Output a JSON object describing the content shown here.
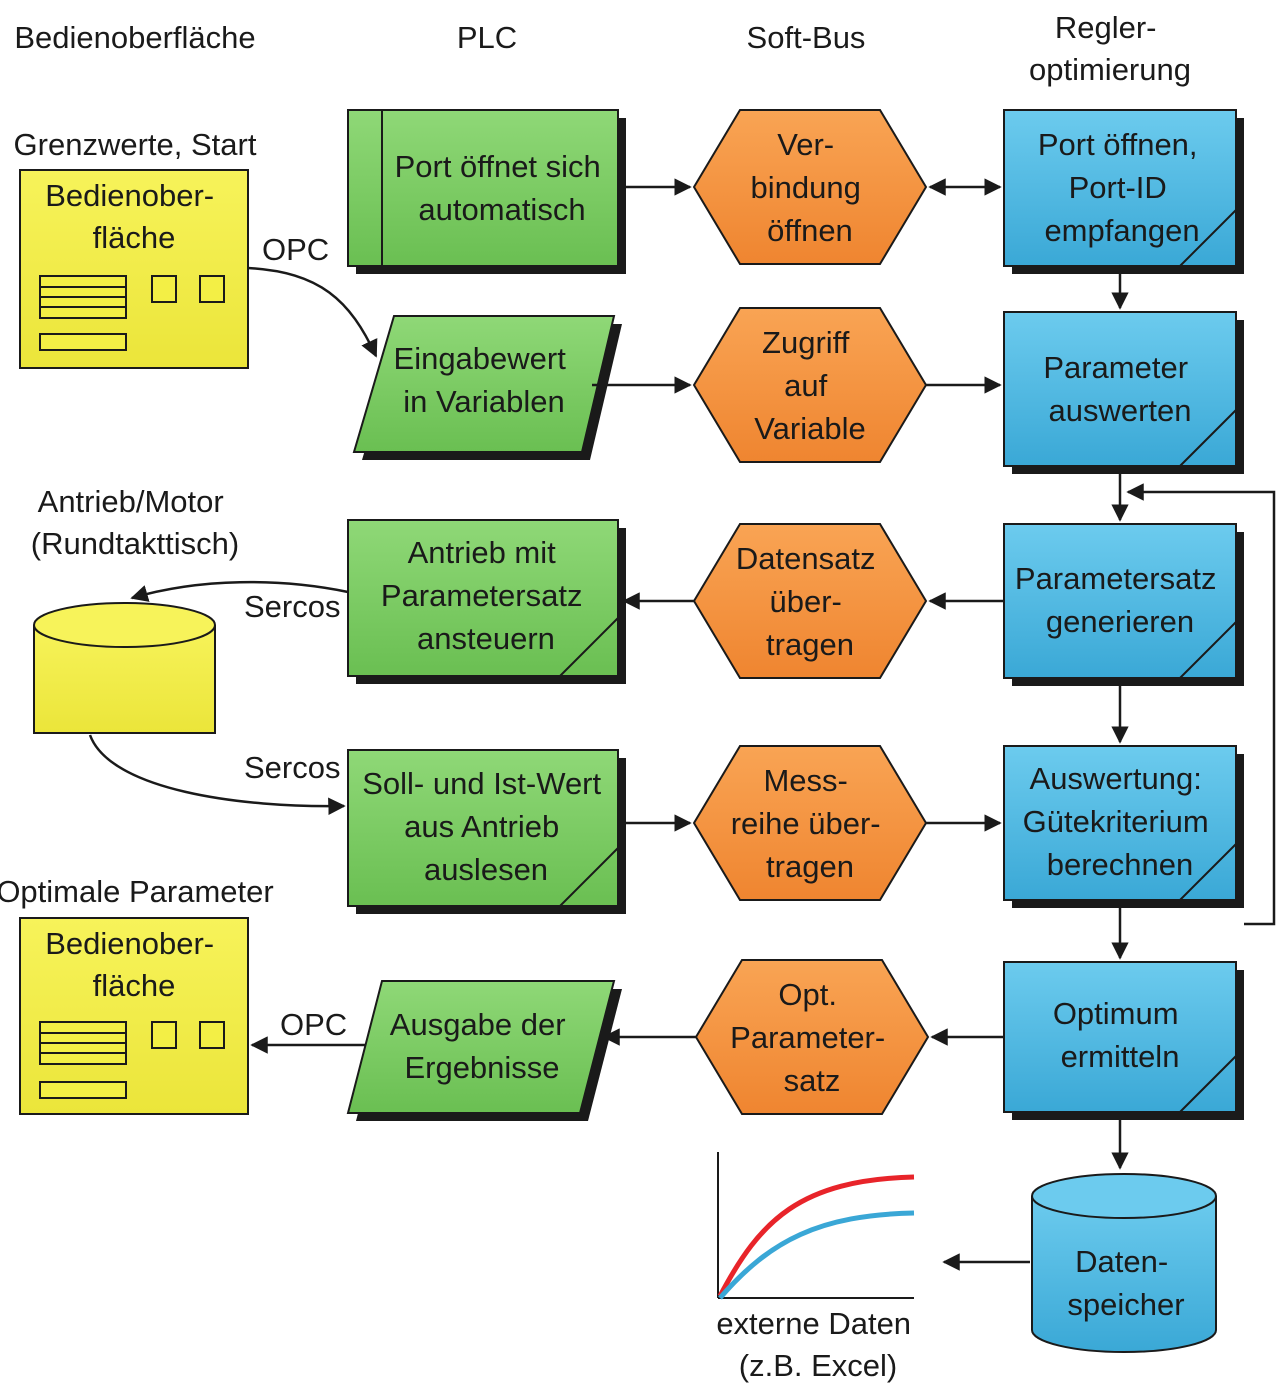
{
  "headers": {
    "bedienoberflaeche": "Bedienoberfläche",
    "plc": "PLC",
    "softbus": "Soft-Bus",
    "regler": [
      "Regler-",
      "optimierung"
    ]
  },
  "colors": {
    "green": "#7dcb66",
    "green_dark": "#5fb04a",
    "orange": "#f5923d",
    "blue": "#4fb8e0",
    "yellow": "#f3ef45",
    "shadow": "#1a1a1a",
    "curve_red": "#e8242a",
    "curve_blue": "#3aa7d6"
  },
  "left": {
    "limits_label": "Grenzwerte, Start",
    "ui_top_lines": [
      "Bedienober-",
      "fläche"
    ],
    "opc_top": "OPC",
    "drive_label": [
      "Antrieb/Motor",
      "(Rundtakttisch)"
    ],
    "sercos_out": "Sercos",
    "sercos_in": "Sercos",
    "optimal_label": "Optimale Parameter",
    "ui_bottom_lines": [
      "Bedienober-",
      "fläche"
    ],
    "opc_bottom": "OPC"
  },
  "plc": {
    "port": [
      "Port öffnet sich",
      "automatisch"
    ],
    "input": [
      "Eingabewert",
      "in Variablen"
    ],
    "drive": [
      "Antrieb mit",
      "Parametersatz",
      "ansteuern"
    ],
    "read": [
      "Soll- und Ist-Wert",
      "aus Antrieb",
      "auslesen"
    ],
    "output": [
      "Ausgabe der",
      "Ergebnisse"
    ]
  },
  "softbus": {
    "connect": [
      "Ver-",
      "bindung",
      "öffnen"
    ],
    "access": [
      "Zugriff",
      "auf",
      "Variable"
    ],
    "transfer": [
      "Datensatz",
      "über-",
      "tragen"
    ],
    "series": [
      "Mess-",
      "reihe über-",
      "tragen"
    ],
    "optset": [
      "Opt.",
      "Parameter-",
      "satz"
    ]
  },
  "regler": {
    "port": [
      "Port öffnen,",
      "Port-ID",
      "empfangen"
    ],
    "eval": [
      "Parameter",
      "auswerten"
    ],
    "generate": [
      "Parametersatz",
      "generieren"
    ],
    "quality": [
      "Auswertung:",
      "Gütekriterium",
      "berechnen"
    ],
    "optimum": [
      "Optimum",
      "ermitteln"
    ],
    "storage": [
      "Daten-",
      "speicher"
    ]
  },
  "external": {
    "label": [
      "externe Daten",
      "(z.B. Excel)"
    ]
  }
}
